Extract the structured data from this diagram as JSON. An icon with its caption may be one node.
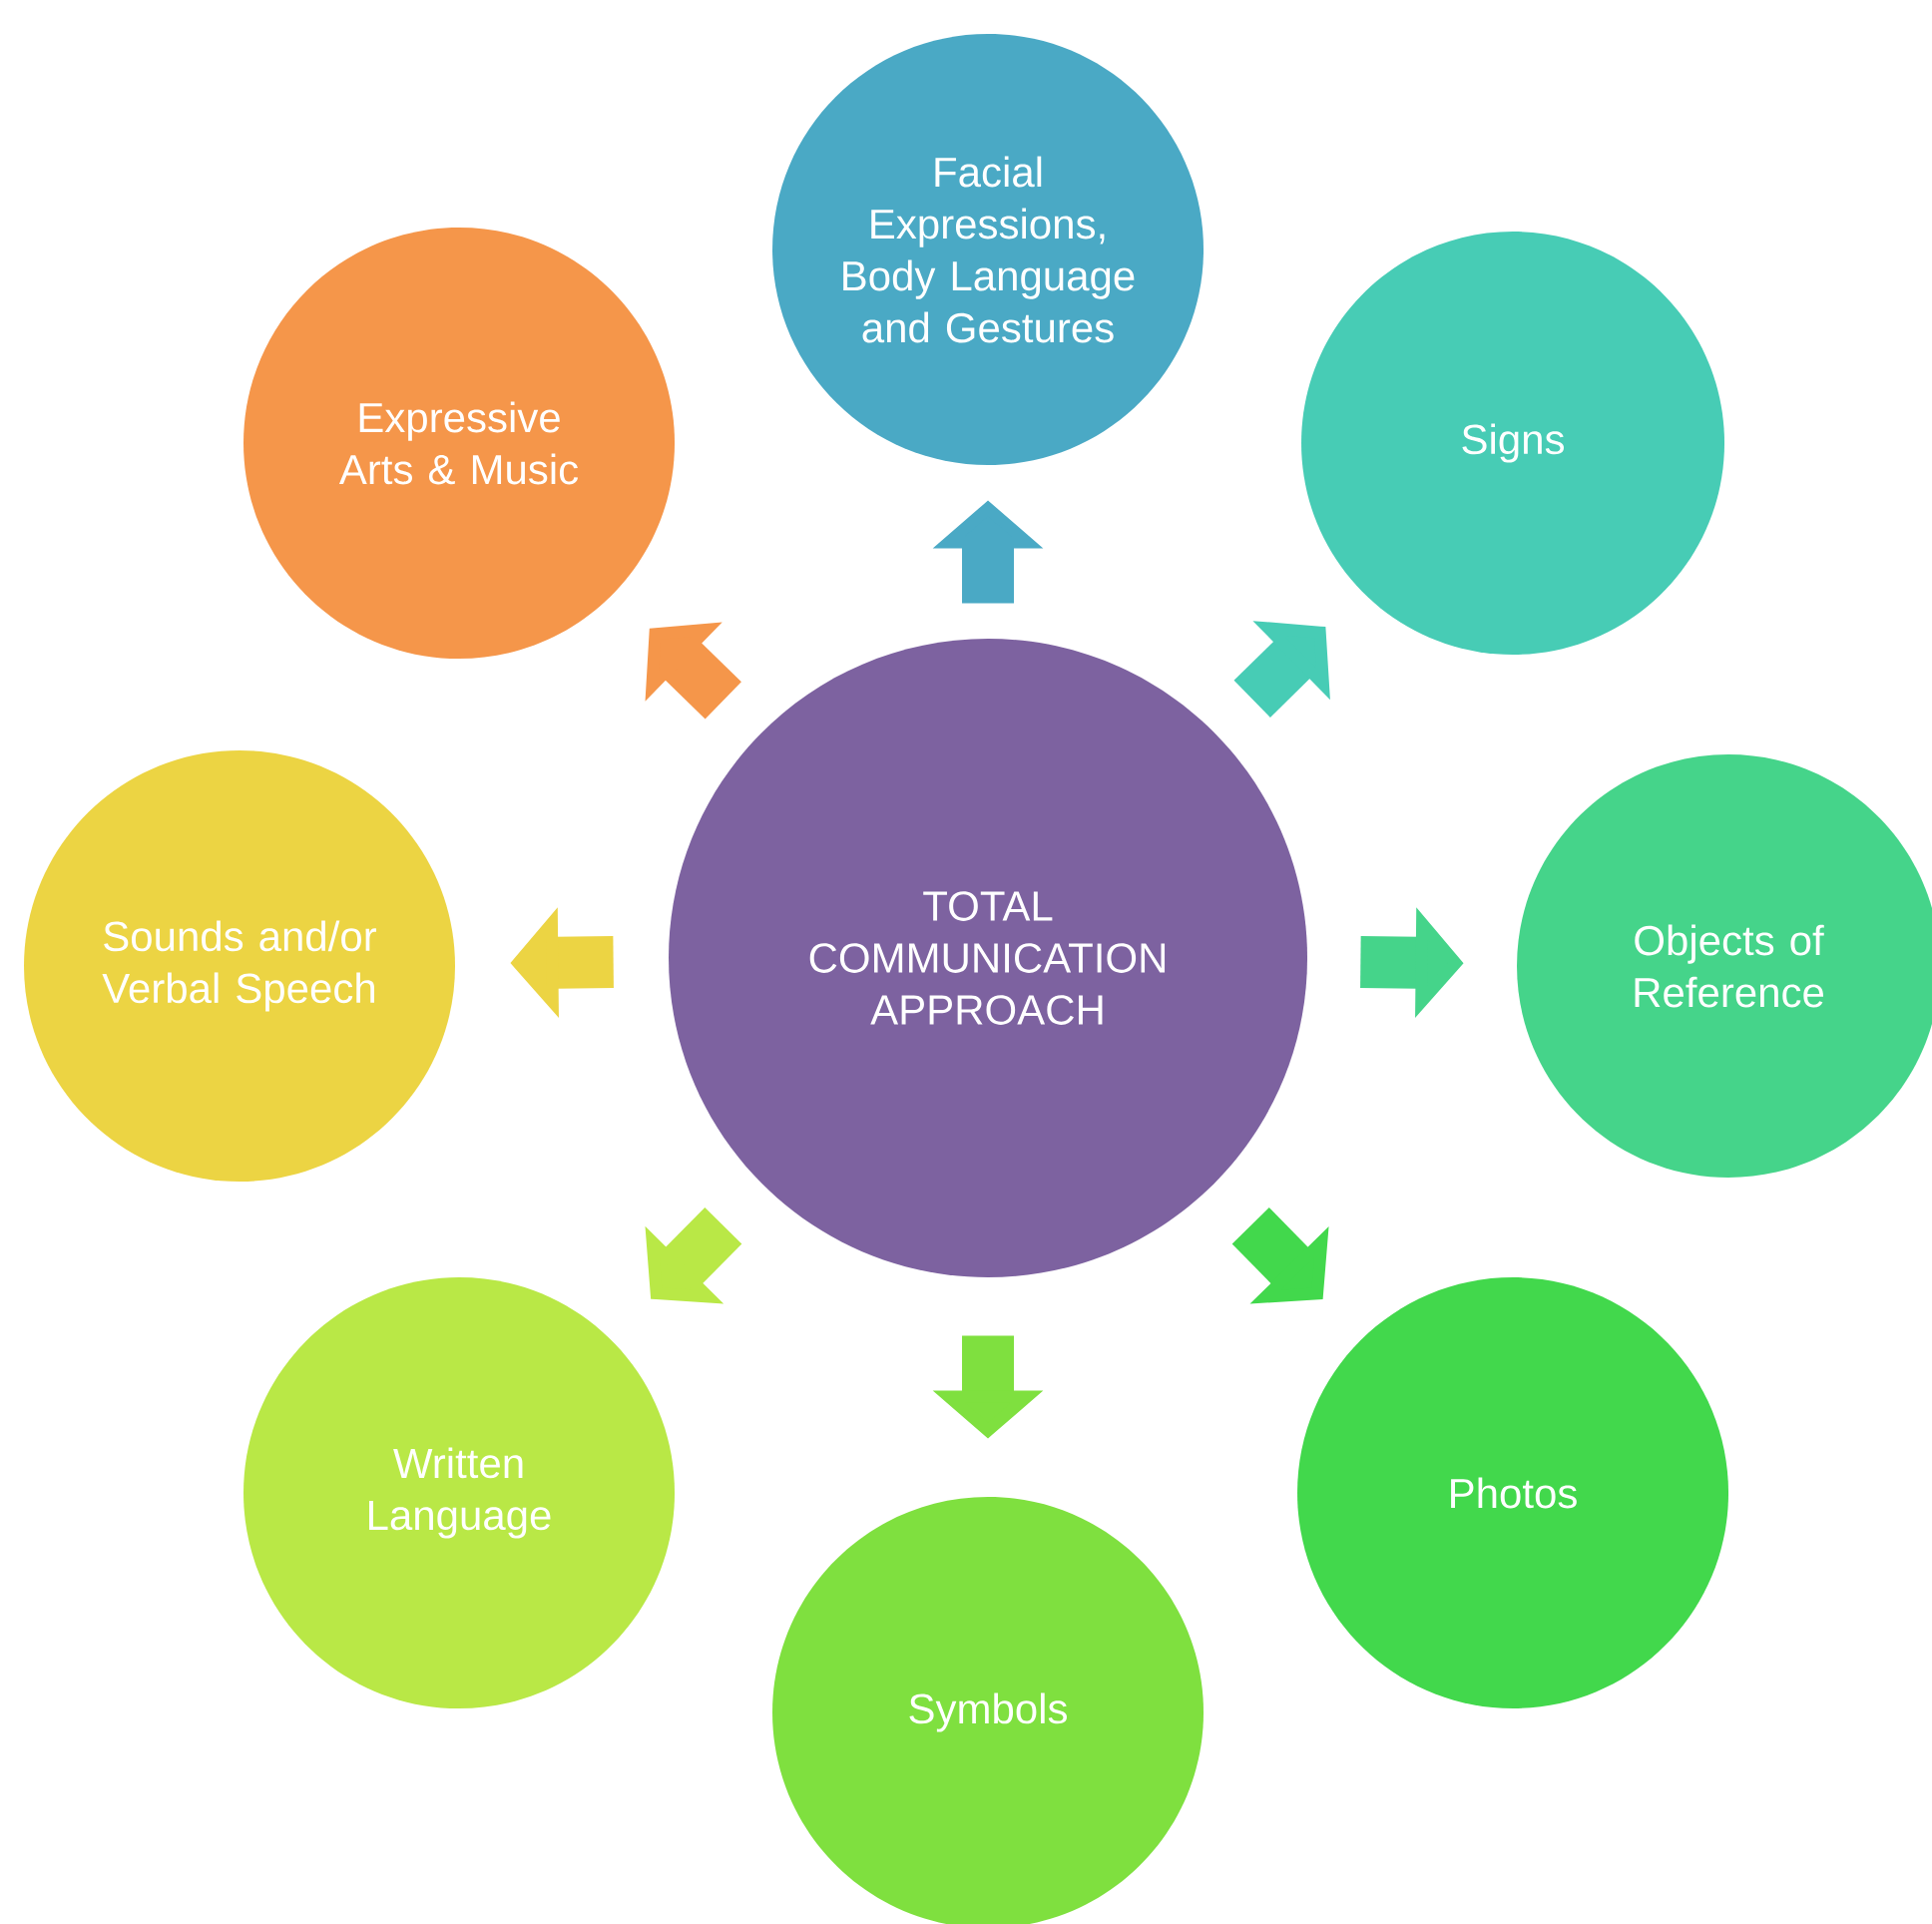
{
  "diagram": {
    "nodes": [
      {
        "text": [
          "TOTAL COMMUNICATION APPROACH"
        ]
      },
      {
        "text": [
          "Facial Expressions, Body Language and Gestures"
        ]
      },
      {
        "text": [
          "Signs"
        ]
      },
      {
        "text": [
          "Objects of Reference"
        ]
      },
      {
        "text": [
          "Photos"
        ]
      },
      {
        "text": [
          "Symbols"
        ]
      },
      {
        "text": [
          "Written Language"
        ]
      },
      {
        "text": [
          "Sounds and/or Verbal Speech"
        ]
      },
      {
        "text": [
          "Expressive Arts & Music"
        ]
      }
    ],
    "edges": [
      {
        "from": 0,
        "to": 1,
        "arrow": "to",
        "color": "#4aa9c5"
      },
      {
        "from": 0,
        "to": 2,
        "arrow": "to",
        "color": "#47ccb5"
      },
      {
        "from": 0,
        "to": 3,
        "arrow": "to",
        "color": "#45d48a"
      },
      {
        "from": 0,
        "to": 4,
        "arrow": "to",
        "color": "#42d84c"
      },
      {
        "from": 0,
        "to": 5,
        "arrow": "to",
        "color": "#7fe03f"
      },
      {
        "from": 0,
        "to": 6,
        "arrow": "to",
        "color": "#b9e846"
      },
      {
        "from": 0,
        "to": 7,
        "arrow": "to",
        "color": "#ecd443"
      },
      {
        "from": 0,
        "to": 8,
        "arrow": "to",
        "color": "#f5964a"
      }
    ]
  }
}
